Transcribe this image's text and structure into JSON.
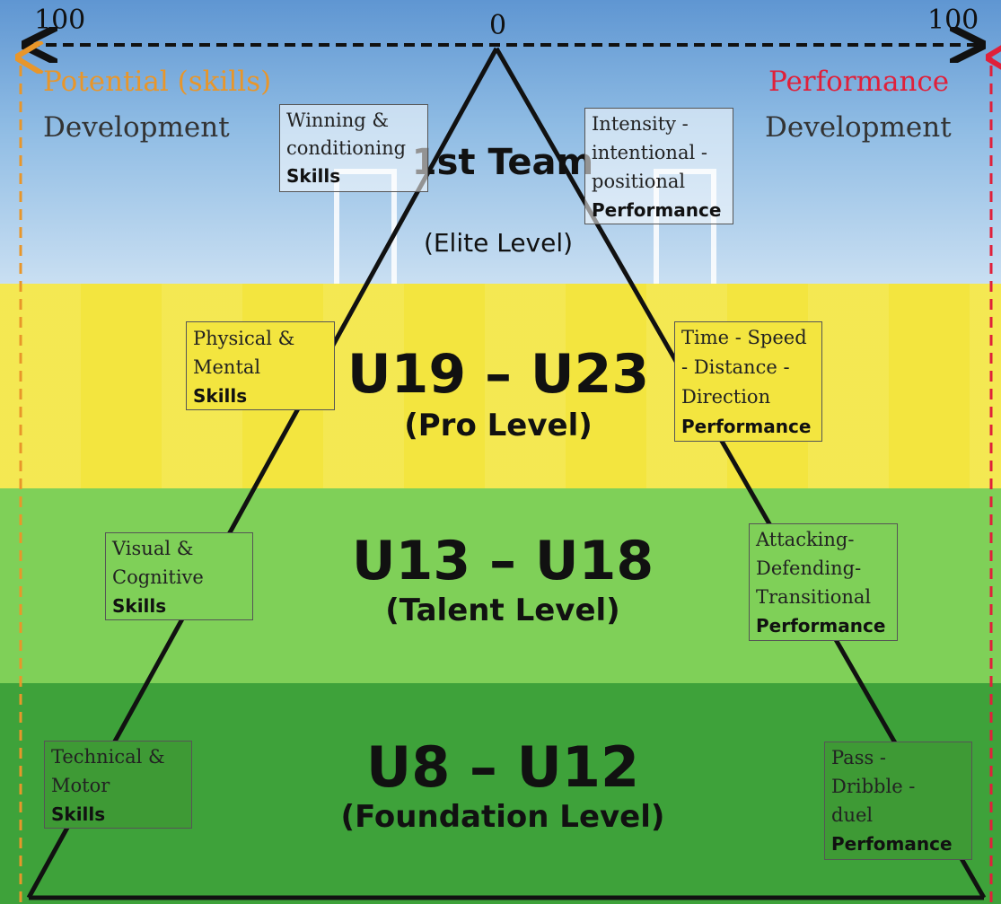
{
  "axis": {
    "left_value": "100",
    "center_value": "0",
    "right_value": "100"
  },
  "left_side": {
    "title": "Potential (skills)",
    "subtitle": "Development",
    "color": "#e8962a"
  },
  "right_side": {
    "title": "Performance",
    "subtitle": "Development",
    "color": "#e0203a"
  },
  "levels": [
    {
      "name": "1st Team",
      "sub": "(Elite  Level)"
    },
    {
      "name": "U19 – U23",
      "sub": "(Pro Level)"
    },
    {
      "name": "U13 – U18",
      "sub": "(Talent Level)"
    },
    {
      "name": "U8 – U12",
      "sub": "(Foundation Level)"
    }
  ],
  "skills": [
    {
      "lines": [
        "Winning &",
        "conditioning"
      ],
      "strong": "Skills"
    },
    {
      "lines": [
        "Physical &",
        "Mental"
      ],
      "strong": "Skills"
    },
    {
      "lines": [
        "Visual &",
        "Cognitive"
      ],
      "strong": "Skills"
    },
    {
      "lines": [
        "Technical &",
        "Motor"
      ],
      "strong": "Skills"
    }
  ],
  "performance": [
    {
      "lines": [
        "Intensity -",
        "intentional -",
        "positional"
      ],
      "strong": "Performance"
    },
    {
      "lines": [
        "Time - Speed",
        "- Distance -",
        "Direction"
      ],
      "strong": "Performance"
    },
    {
      "lines": [
        "Attacking-",
        "Defending-",
        "Transitional"
      ],
      "strong": "Performance"
    },
    {
      "lines": [
        "Pass -",
        "Dribble  -",
        "duel"
      ],
      "strong": "Perfomance"
    }
  ],
  "colors": {
    "band_yellow": "#f3e53f",
    "band_light_green": "#7fd058",
    "band_dark_green": "#3ea23a",
    "pyramid_line": "#111111"
  }
}
